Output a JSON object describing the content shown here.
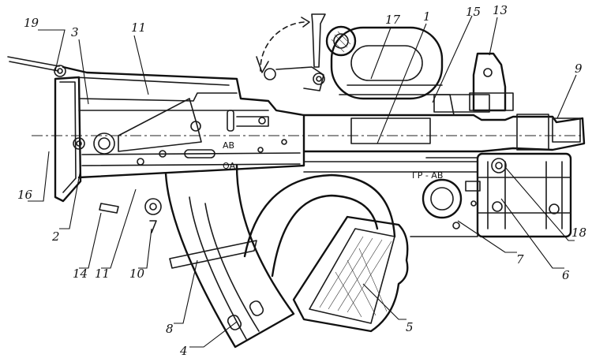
{
  "colors": {
    "ink": "#111111",
    "paper": "#ffffff"
  },
  "callouts": [
    {
      "id": "c1",
      "label": "1"
    },
    {
      "id": "c2",
      "label": "2"
    },
    {
      "id": "c3",
      "label": "3"
    },
    {
      "id": "c4",
      "label": "4"
    },
    {
      "id": "c5",
      "label": "5"
    },
    {
      "id": "c6",
      "label": "6"
    },
    {
      "id": "c7",
      "label": "7"
    },
    {
      "id": "c8",
      "label": "8"
    },
    {
      "id": "c9",
      "label": "9"
    },
    {
      "id": "c10",
      "label": "10"
    },
    {
      "id": "c11a",
      "label": "11"
    },
    {
      "id": "c11b",
      "label": "11"
    },
    {
      "id": "c13",
      "label": "13"
    },
    {
      "id": "c14",
      "label": "14"
    },
    {
      "id": "c15",
      "label": "15"
    },
    {
      "id": "c16",
      "label": "16"
    },
    {
      "id": "c17",
      "label": "17"
    },
    {
      "id": "c18",
      "label": "18"
    },
    {
      "id": "c19",
      "label": "19"
    }
  ],
  "markings": {
    "selector_auto": "АВ",
    "selector_semi": "ОА",
    "grenade_selector": "ГР - АВ"
  }
}
